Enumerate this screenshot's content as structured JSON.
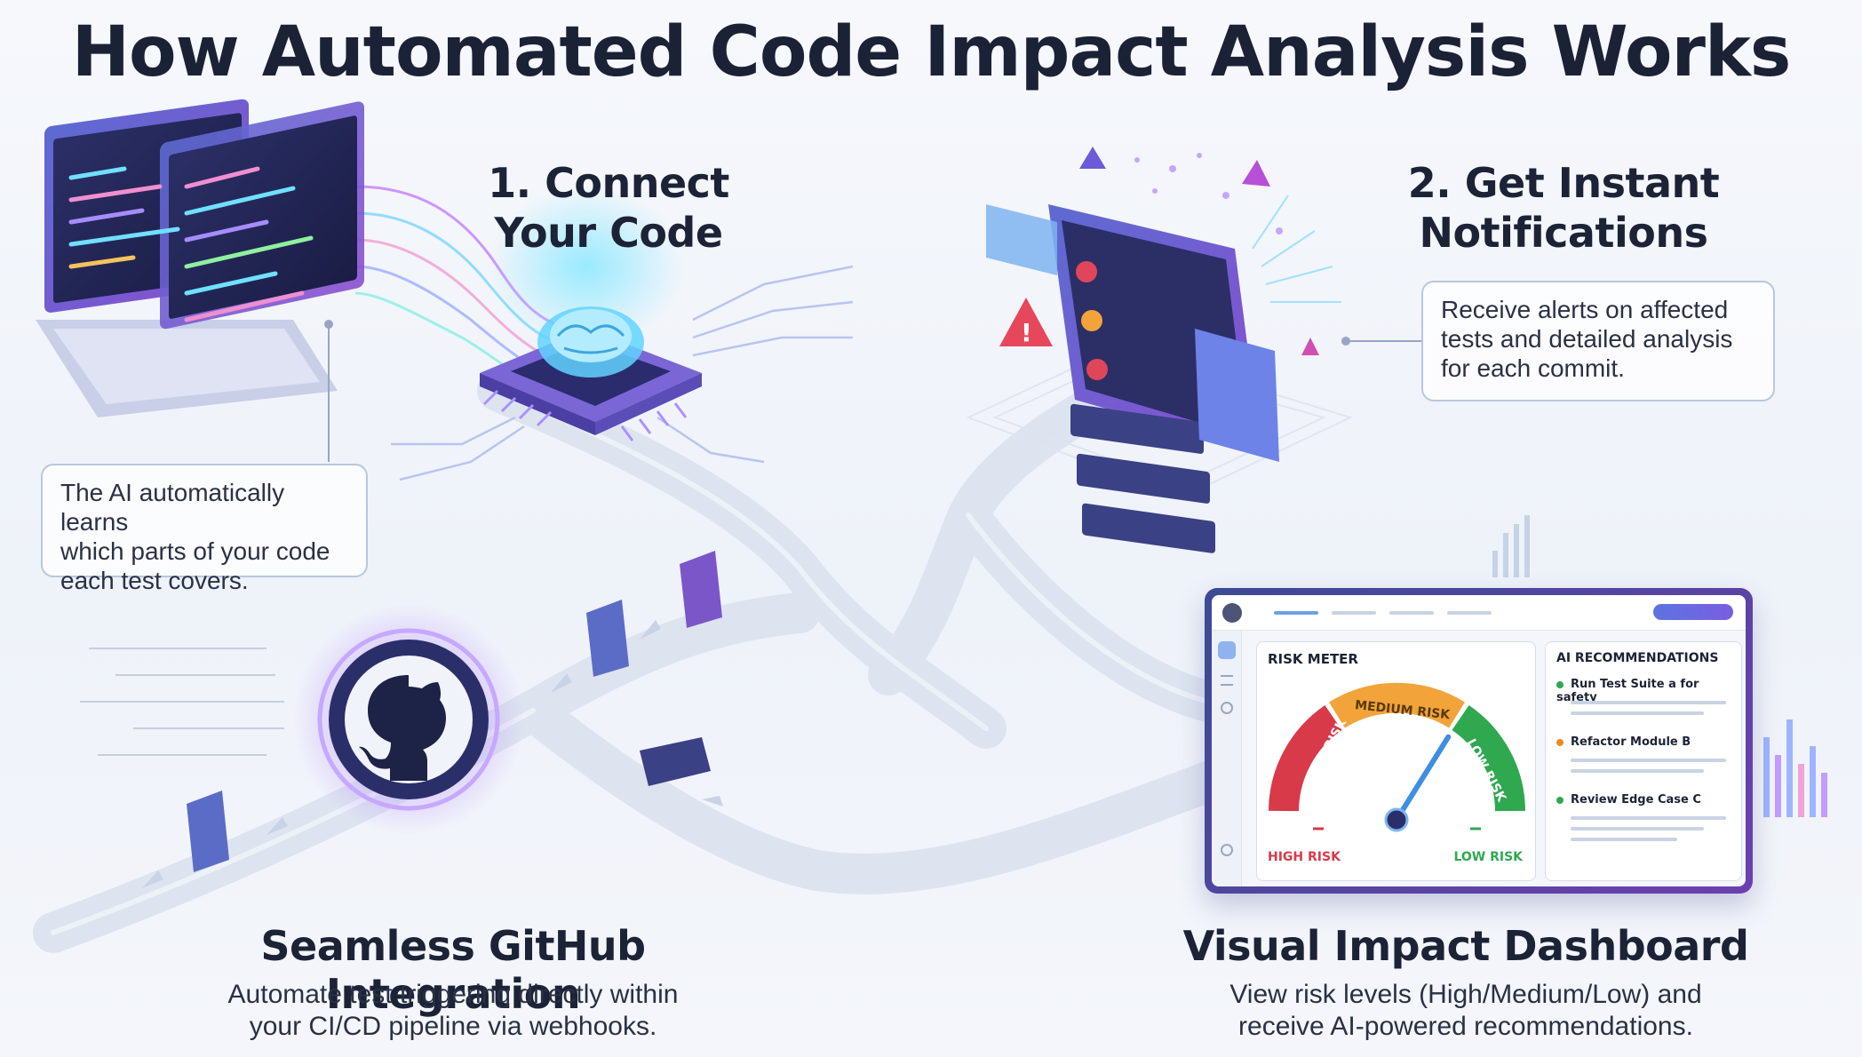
{
  "title": "How Automated Code Impact Analysis Works",
  "steps": {
    "connect": {
      "title_line1": "1. Connect",
      "title_line2": "Your Code",
      "info": [
        "The AI automatically learns",
        "which parts of your code",
        "each test covers."
      ]
    },
    "notify": {
      "title_line1": "2. Get Instant",
      "title_line2": "Notifications",
      "info": [
        "Receive alerts on affected",
        "tests and detailed analysis",
        "for each commit."
      ]
    }
  },
  "bottom": {
    "github": {
      "title": "Seamless GitHub Integration",
      "desc_line1": "Automate test triggering directly within",
      "desc_line2": "your CI/CD pipeline via webhooks."
    },
    "dashboard": {
      "title": "Visual Impact Dashboard",
      "desc_line1": "View risk levels (High/Medium/Low) and",
      "desc_line2": "receive AI-powered recommendations."
    }
  },
  "dashboard_ui": {
    "risk_meter": {
      "header": "RISK METER",
      "segment_high": "HIGH RISK",
      "segment_medium": "MEDIUM RISK",
      "segment_low": "LOW RISK",
      "label_left": "HIGH RISK",
      "label_right": "LOW RISK",
      "level": 0.7
    },
    "recommendations": {
      "header": "AI RECOMMENDATIONS",
      "items": [
        {
          "label": "Run Test Suite a for safety",
          "color": "#2fa84f"
        },
        {
          "label": "Refactor Module B",
          "color": "#f08a24"
        },
        {
          "label": "Review Edge Case C",
          "color": "#2fa84f"
        }
      ]
    }
  },
  "colors": {
    "accent_purple": "#6d3fb0",
    "accent_blue": "#3c4a93",
    "cyan": "#2fd3e0",
    "high": "#d83a4a",
    "medium": "#f2a33a",
    "low": "#2fa84f"
  },
  "icons": [
    "laptop-code-icon",
    "ai-brain-chip-icon",
    "alert-window-icon",
    "github-icon",
    "document-icon"
  ]
}
